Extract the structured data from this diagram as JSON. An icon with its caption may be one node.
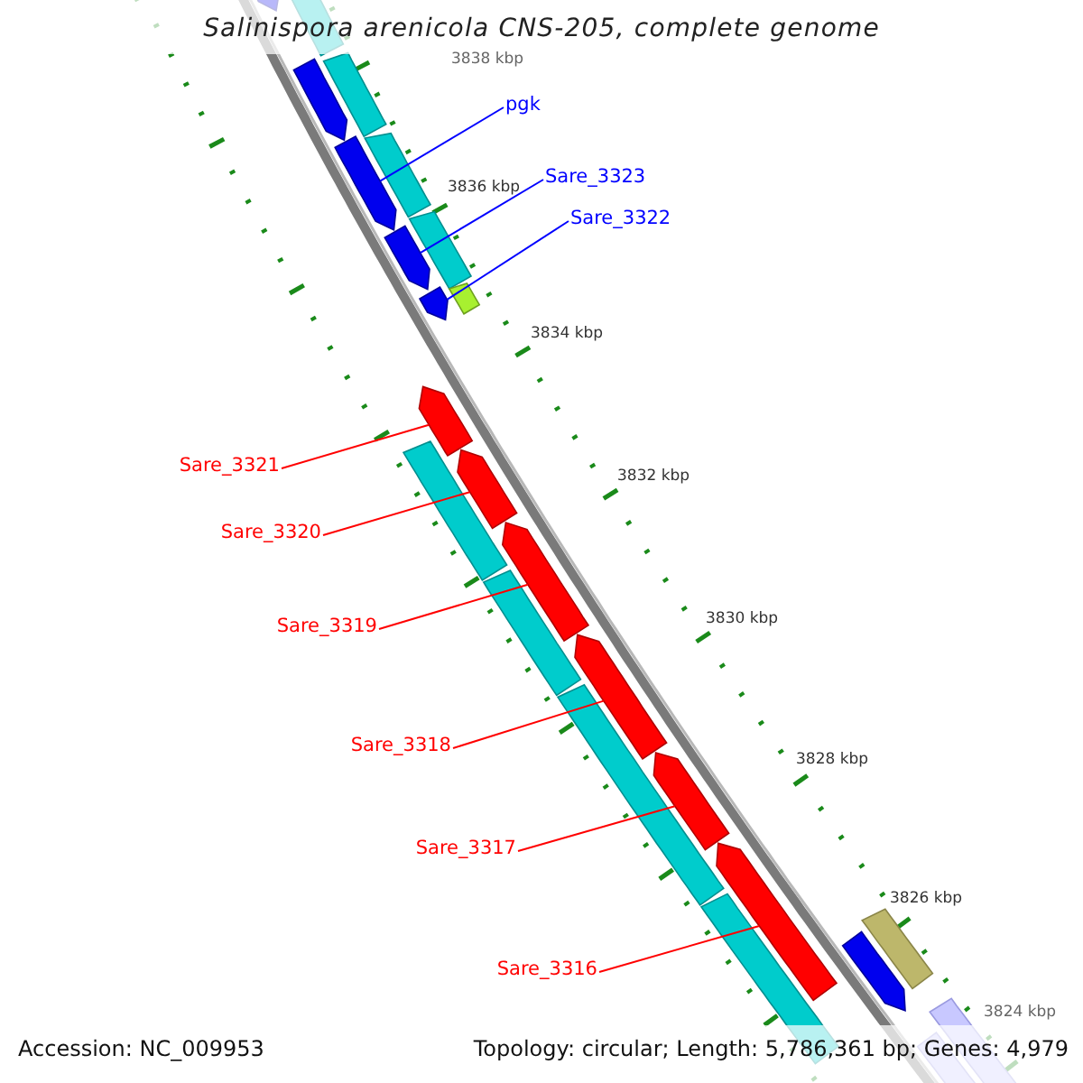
{
  "diagram": {
    "title": "Salinispora arenicola CNS-205, complete genome",
    "nodes": [
      {
        "text": [
          "pgk"
        ]
      },
      {
        "text": [
          "Sare_3323"
        ]
      },
      {
        "text": [
          "Sare_3322"
        ]
      },
      {
        "text": [
          "Sare_3321"
        ]
      },
      {
        "text": [
          "Sare_3320"
        ]
      },
      {
        "text": [
          "Sare_3319"
        ]
      },
      {
        "text": [
          "Sare_3318"
        ]
      },
      {
        "text": [
          "Sare_3317"
        ]
      },
      {
        "text": [
          "Sare_3316"
        ]
      },
      {
        "text": [],
        "shape": "arrow"
      },
      {
        "text": [],
        "shape": "arrow"
      },
      {
        "text": [],
        "shape": "arrow"
      },
      {
        "text": [],
        "shape": "arrow"
      },
      {
        "text": [],
        "shape": "arrow"
      },
      {
        "text": [],
        "shape": "arrow"
      },
      {
        "text": [],
        "shape": "arrow"
      },
      {
        "text": [],
        "shape": "arrow"
      },
      {
        "text": [],
        "shape": "arrow"
      }
    ],
    "edges": [
      {
        "from": 0,
        "to": 9,
        "arrow": "none",
        "color": "#0000ff"
      },
      {
        "from": 1,
        "to": 10,
        "arrow": "none",
        "color": "#0000ff"
      },
      {
        "from": 2,
        "to": 11,
        "arrow": "none",
        "color": "#0000ff"
      },
      {
        "from": 3,
        "to": 12,
        "arrow": "none"
      },
      {
        "from": 4,
        "to": 13,
        "arrow": "none"
      },
      {
        "from": 5,
        "to": 14,
        "arrow": "none"
      },
      {
        "from": 6,
        "to": 15,
        "arrow": "none"
      },
      {
        "from": 7,
        "to": 16,
        "arrow": "none"
      },
      {
        "from": 8,
        "to": 17,
        "arrow": "none"
      }
    ],
    "labels": [
      "3838 kbp",
      "3836 kbp",
      "3834 kbp",
      "3832 kbp",
      "3830 kbp",
      "3828 kbp",
      "3826 kbp",
      "3824 kbp",
      "Accession: NC_009953",
      "Topology: circular; Length: 5,786,361 bp; Genes: 4,979"
    ]
  }
}
